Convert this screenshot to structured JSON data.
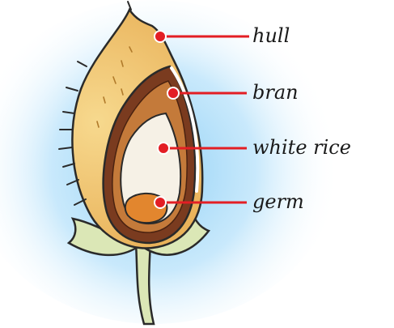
{
  "diagram": {
    "labels": {
      "hull": "hull",
      "bran": "bran",
      "white_rice": "white rice",
      "germ": "germ"
    },
    "colors": {
      "hull": "#f2c46a",
      "hull_dark": "#e0a94a",
      "bran_outer": "#7a3b1f",
      "bran_inner": "#c47a3a",
      "endosperm": "#f6f1e6",
      "germ": "#e2862e",
      "stem": "#dbe7b6",
      "leader": "#e31e24",
      "glow": "#8fd0f5"
    }
  }
}
